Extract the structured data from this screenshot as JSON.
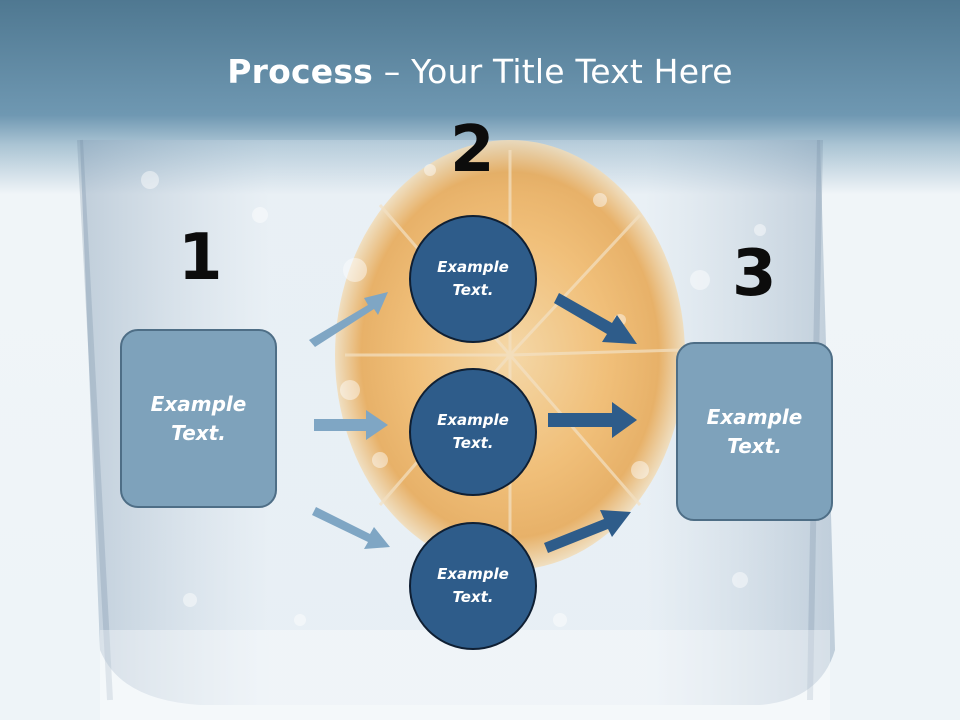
{
  "title": {
    "bold": "Process",
    "rest": " – Your Title Text Here"
  },
  "steps": [
    {
      "number": "1",
      "box_text": "Example\nText."
    },
    {
      "number": "2",
      "circles": [
        "Example\nText.",
        "Example\nText.",
        "Example\nText."
      ]
    },
    {
      "number": "3",
      "box_text": "Example\nText."
    }
  ],
  "colors": {
    "header": "#5e88a3",
    "box_fill": "#7ea2bb",
    "circle_fill": "#2e5c8a",
    "light_arrow": "#7fa6c4",
    "dark_arrow": "#2e5c8a"
  }
}
